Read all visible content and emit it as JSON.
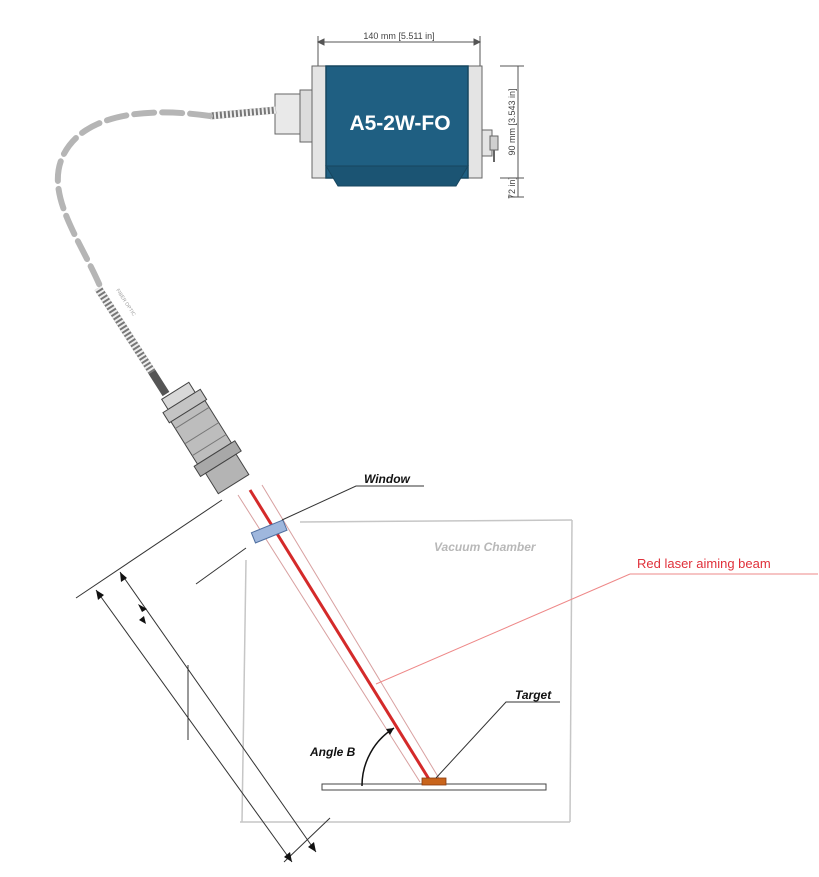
{
  "device": {
    "model": "A5-2W-FO",
    "width_dim": "140 mm [5.511 in]",
    "height_dim": "90 mm [3.543 in]",
    "small_dim": "72 in]"
  },
  "fiber_label": "FIBER OPTIC",
  "labels": {
    "window": "Window",
    "vacuum_chamber": "Vacuum Chamber",
    "red_laser": "Red laser aiming beam",
    "target": "Target",
    "angle": "Angle B"
  },
  "colors": {
    "device_body": "#1f5f82",
    "device_border": "#8a8a8a",
    "laser": "#d42a2a",
    "laser_label": "#e0303a",
    "window_glass": "#9fb7dd",
    "target": "#c8641c"
  }
}
